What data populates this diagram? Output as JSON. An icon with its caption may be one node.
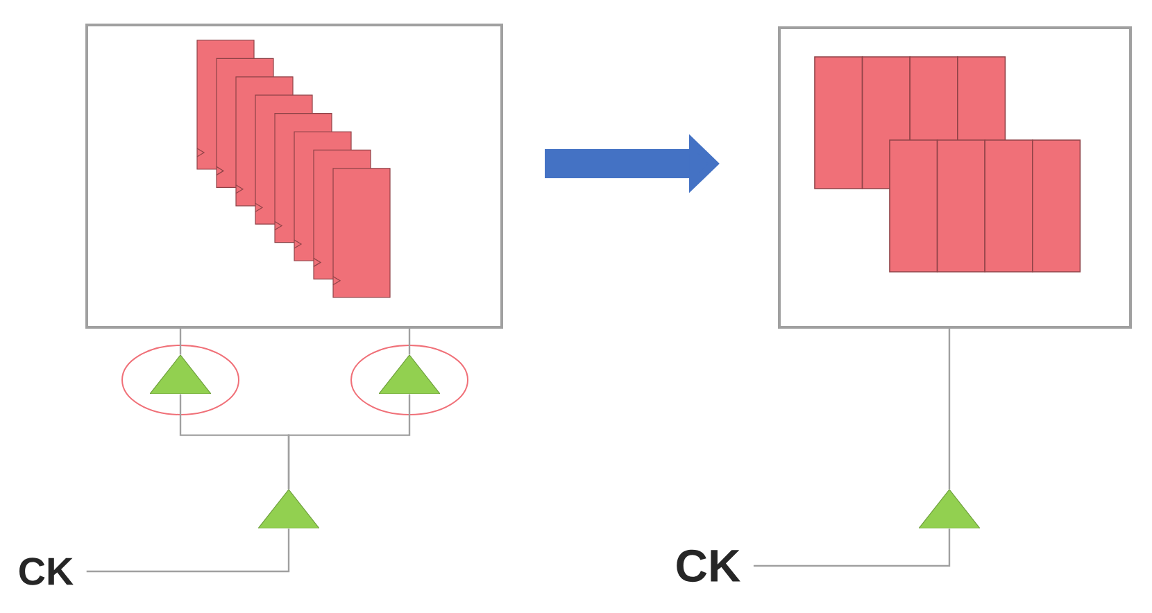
{
  "diagram": {
    "nodes": [
      {
        "text": [],
        "shape": "box"
      },
      {
        "text": [],
        "shape": "box"
      },
      {
        "text": [
          "CK"
        ]
      },
      {
        "text": [],
        "shape": "triangle"
      },
      {
        "text": [],
        "shape": "triangle"
      },
      {
        "text": [],
        "shape": "triangle"
      },
      {
        "text": [
          "CK"
        ]
      },
      {
        "text": [],
        "shape": "triangle"
      }
    ],
    "edges": [
      {
        "from": 2,
        "to": 3,
        "arrow": "none"
      },
      {
        "from": 3,
        "to": 4,
        "arrow": "none"
      },
      {
        "from": 3,
        "to": 5,
        "arrow": "none"
      },
      {
        "from": 4,
        "to": 0,
        "arrow": "none"
      },
      {
        "from": 5,
        "to": 0,
        "arrow": "none"
      },
      {
        "from": 0,
        "to": 1,
        "arrow": "to",
        "style": "thick",
        "color": "#4472c4"
      },
      {
        "from": 6,
        "to": 7,
        "arrow": "none"
      },
      {
        "from": 7,
        "to": 1,
        "arrow": "none"
      }
    ]
  }
}
